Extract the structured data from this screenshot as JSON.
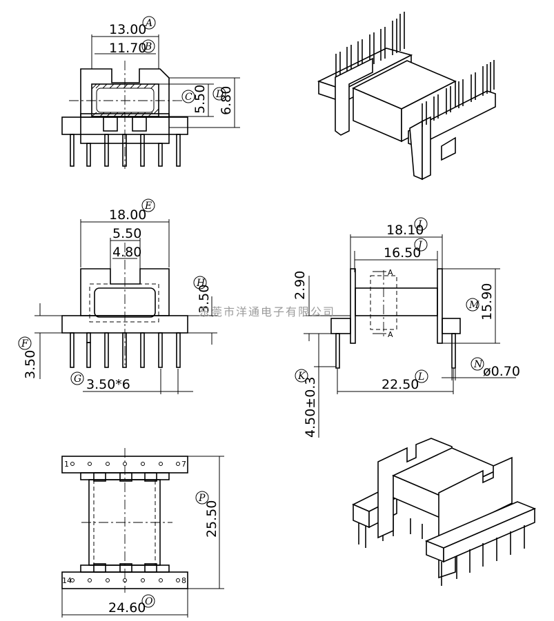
{
  "top_view": {
    "dim_a": "13.00",
    "label_a": "A",
    "dim_b": "11.70",
    "label_b": "B",
    "dim_c": "5.50",
    "label_c": "C",
    "dim_d": "6.80",
    "label_d": "D"
  },
  "front_view": {
    "dim_e": "18.00",
    "label_e": "E",
    "dim_inner1": "5.50",
    "dim_inner2": "4.80",
    "dim_h": "3.50",
    "label_h": "H",
    "dim_f": "3.50",
    "label_f": "F",
    "dim_g": "3.50*6",
    "label_g": "G"
  },
  "side_view": {
    "dim_i": "18.10",
    "label_i": "I",
    "dim_j": "16.50",
    "label_j": "J",
    "dim_290": "2.90",
    "dim_m": "15.90",
    "label_m": "M",
    "dim_k": "4.50±0.3",
    "label_k": "K",
    "dim_l": "22.50",
    "label_l": "L",
    "dim_n": "ø0.70",
    "label_n": "N",
    "section_a1": "A",
    "section_a2": "A"
  },
  "bottom_view": {
    "dim_p": "25.50",
    "label_p": "P",
    "dim_o": "24.60",
    "label_o": "O",
    "pin_1": "1",
    "pin_7": "7",
    "pin_14": "14",
    "pin_8": "8"
  },
  "watermark": "东莞市洋通电子有限公司"
}
